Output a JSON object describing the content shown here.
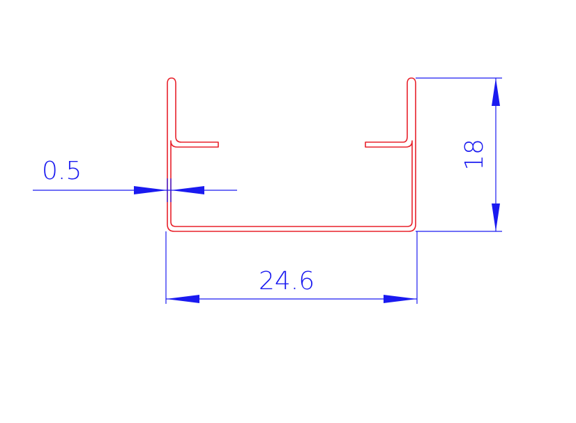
{
  "colors": {
    "profile": "#e8202a",
    "dimension": "#1a1af0",
    "background": "#ffffff"
  },
  "dimensions": {
    "thickness": "0.5",
    "width": "24.6",
    "height": "18"
  }
}
